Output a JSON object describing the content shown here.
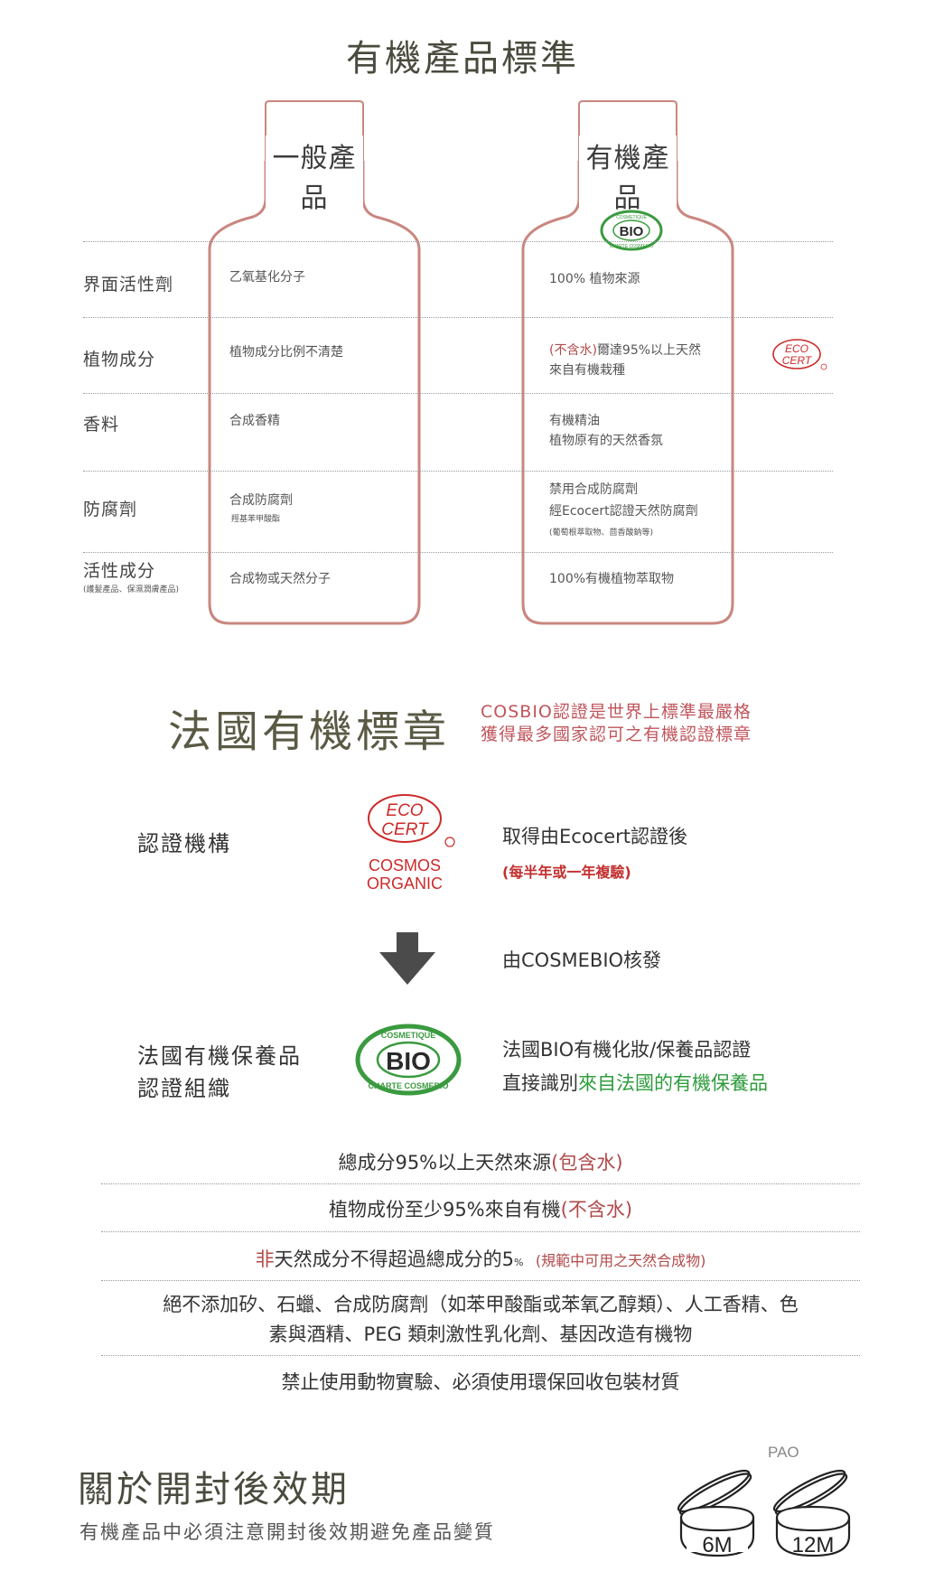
{
  "page_title": "有機產品標準",
  "comparison": {
    "general_header": "一般產品",
    "organic_header": "有機產品",
    "rows": [
      {
        "label": "界面活性劑",
        "label_note": "",
        "general": [
          "乙氧基化分子"
        ],
        "general_note": "",
        "organic": [
          "100% 植物來源"
        ],
        "organic_note": ""
      },
      {
        "label": "植物成分",
        "label_note": "",
        "general": [
          "植物成分比例不清楚"
        ],
        "general_note": "",
        "organic_prefix": "(不含水)",
        "organic": [
          "爾達95%以上天然",
          "來自有機栽種"
        ],
        "organic_note": ""
      },
      {
        "label": "香料",
        "label_note": "",
        "general": [
          "合成香精"
        ],
        "general_note": "",
        "organic": [
          "有機精油",
          "植物原有的天然香氛"
        ],
        "organic_note": ""
      },
      {
        "label": "防腐劑",
        "label_note": "",
        "general": [
          "合成防腐劑"
        ],
        "general_note": "羥基苯甲酸酯",
        "organic": [
          "禁用合成防腐劑",
          "經Ecocert認證天然防腐劑"
        ],
        "organic_note": "(葡萄根萃取物、茴香酸鈉等)"
      },
      {
        "label": "活性成分",
        "label_note": "(護髮產品、保濕潤膚產品)",
        "general": [
          "合成物或天然分子"
        ],
        "general_note": "",
        "organic": [
          "100%有機植物萃取物"
        ],
        "organic_note": ""
      }
    ]
  },
  "logos": {
    "ecocert_line1": "ECO",
    "ecocert_line2": "CERT",
    "cosmos_line1": "COSMOS",
    "cosmos_line2": "ORGANIC",
    "bio_arc_top": "COSMETIQUE",
    "bio_arc_bottom": "CHARTE COSMEBIO",
    "bio_center": "BIO"
  },
  "label_section": {
    "title": "法國有機標章",
    "subtitle_line1": "COSBIO認證是世界上標準最嚴格",
    "subtitle_line2": "獲得最多國家認可之有機認證標章",
    "cert_body_label": "認證機構",
    "cert_body_desc": "取得由Ecocert認證後",
    "cert_body_note": "(每半年或一年複驗)",
    "issued_by": "由COSMEBIO核發",
    "org_label_line1": "法國有機保養品",
    "org_label_line2": "認證組織",
    "org_desc_line1": "法國BIO有機化妝/保養品認證",
    "org_desc_line2_prefix": "直接識別",
    "org_desc_line2_green": "來自法國的有機保養品"
  },
  "standards": {
    "s1_main": "總成分95%以上天然來源",
    "s1_red": "(包含水)",
    "s2_main": "植物成份至少95%來自有機",
    "s2_red": "(不含水)",
    "s3_red_prefix": "非",
    "s3_main": "天然成分不得超過總成分的5",
    "s3_unit": "%",
    "s3_note": "(規範中可用之天然合成物)",
    "s4_line1": "絕不添加矽、石蠟、合成防腐劑（如苯甲酸酯或苯氧乙醇類）、人工香精、色",
    "s4_line2": "素與酒精、PEG 類刺激性乳化劑、基因改造有機物",
    "s5": "禁止使用動物實驗、必須使用環保回收包裝材質"
  },
  "pao": {
    "title": "關於開封後效期",
    "desc": "有機產品中必須注意開封後效期避免產品變質",
    "label": "PAO",
    "jar1": "6M",
    "jar2": "12M"
  },
  "colors": {
    "bottle_stroke": "#c9877f",
    "accent_red": "#c0555c",
    "ecocert_red": "#cc2a2a",
    "bio_green": "#3a9a3f",
    "title_olive": "#5a5a45"
  }
}
